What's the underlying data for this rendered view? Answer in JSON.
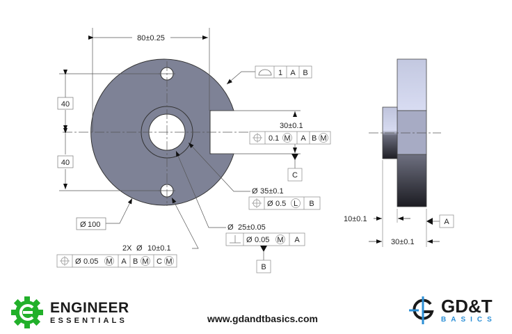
{
  "drawing": {
    "front_view": {
      "width_dim": "80±0.25",
      "upper_vertical_dim": "40",
      "lower_vertical_dim": "40",
      "outer_diameter_callout": "100",
      "profile_fcf": {
        "symbol": "profile-of-a-line",
        "tolerance": "1",
        "datum1": "A",
        "datum2": "B"
      },
      "slot_dim": "30±0.1",
      "slot_fcf": {
        "symbol": "position",
        "tolerance": "0.1",
        "modifier": "M",
        "datum1": "A",
        "datum2": "B",
        "datum2_modifier": "M"
      },
      "slot_datum": "C",
      "counterbore_dim": "35±0.1",
      "counterbore_fcf": {
        "symbol": "position",
        "diameter": true,
        "tolerance": "0.5",
        "modifier": "L",
        "datum1": "B"
      },
      "bore_dim": "25±0.05",
      "bore_fcf": {
        "symbol": "perpendicularity",
        "diameter": true,
        "tolerance": "0.05",
        "modifier": "M",
        "datum1": "A"
      },
      "bore_datum": "B",
      "holes_dim_prefix": "2X",
      "holes_dim": "10±0.1",
      "holes_fcf": {
        "symbol": "position",
        "diameter": true,
        "tolerance": "0.05",
        "modifier": "M",
        "datum1": "A",
        "datum2": "B",
        "datum2_modifier": "M",
        "datum3": "C",
        "datum3_modifier": "M"
      }
    },
    "side_view": {
      "boss_dim": "10±0.1",
      "total_thickness_dim": "30±0.1",
      "datum": "A"
    },
    "colors": {
      "part_fill": "#7e8296",
      "line": "#333333",
      "center_line": "#555555"
    }
  },
  "footer": {
    "left_logo": {
      "line1": "ENGINEER",
      "line2": "ESSENTIALS",
      "color": "#22b02a"
    },
    "url": "www.gdandtbasics.com",
    "right_logo": {
      "line1": "GD&T",
      "line2": "BASICS",
      "accent": "#2b8fd6"
    }
  }
}
